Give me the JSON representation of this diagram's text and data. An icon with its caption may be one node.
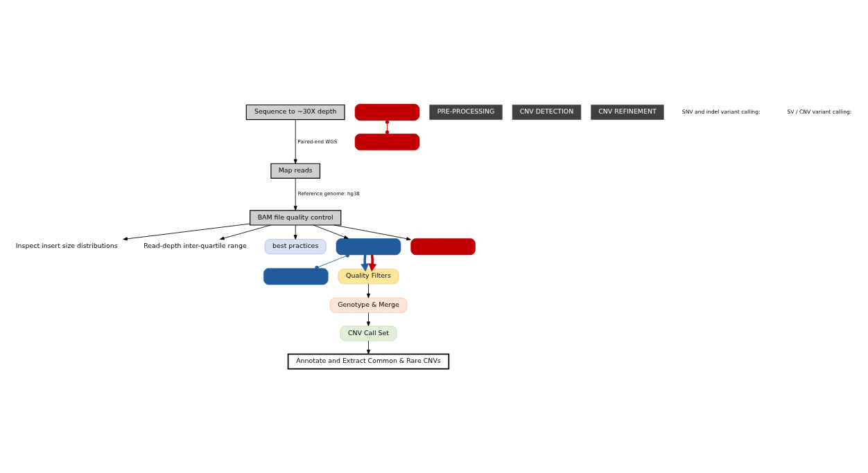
{
  "diagram": {
    "nodes": [
      {
        "text": [
          "Sequence to ~30X depth"
        ]
      },
      {
        "text": [
          "Map reads"
        ]
      },
      {
        "text": [
          "BAM file quality control"
        ]
      },
      {
        "text": [
          "Inspect insert size distributions"
        ]
      },
      {
        "text": [
          "Read-depth inter-quartile range"
        ]
      },
      {
        "text": [
          "best practices"
        ]
      },
      {
        "text": [],
        "shape": "box"
      },
      {
        "text": [],
        "shape": "box"
      },
      {
        "text": [],
        "shape": "box"
      },
      {
        "text": [],
        "shape": "box"
      },
      {
        "text": [],
        "shape": "box"
      },
      {
        "text": [
          "Quality Filters"
        ]
      },
      {
        "text": [
          "Genotype & Merge"
        ]
      },
      {
        "text": [
          "CNV Call Set"
        ]
      },
      {
        "text": [
          "Annotate and Extract Common & Rare CNVs"
        ]
      },
      {
        "text": [
          "PRE-PROCESSING"
        ]
      },
      {
        "text": [
          "CNV DETECTION"
        ]
      },
      {
        "text": [
          "CNV REFINEMENT"
        ]
      }
    ],
    "edges": [
      {
        "from": 0,
        "to": 1,
        "arrow": "to",
        "label": "Paired-end WGS"
      },
      {
        "from": 1,
        "to": 2,
        "arrow": "to",
        "label": "Reference genome: hg38"
      },
      {
        "from": 2,
        "to": 3,
        "arrow": "to"
      },
      {
        "from": 2,
        "to": 4,
        "arrow": "to"
      },
      {
        "from": 2,
        "to": 5,
        "arrow": "to"
      },
      {
        "from": 2,
        "to": 6,
        "arrow": "to"
      },
      {
        "from": 2,
        "to": 9,
        "arrow": "to"
      },
      {
        "from": 6,
        "to": 7,
        "arrow": "other",
        "color": "#1f5c99"
      },
      {
        "from": 8,
        "to": 10,
        "arrow": "other",
        "color": "#c00000"
      },
      {
        "from": 6,
        "to": 11,
        "arrow": "to",
        "style": "thick",
        "color": "#1f5c99"
      },
      {
        "from": 6,
        "to": 11,
        "arrow": "to",
        "style": "thick",
        "color": "#c00000"
      },
      {
        "from": 11,
        "to": 12,
        "arrow": "to"
      },
      {
        "from": 12,
        "to": 13,
        "arrow": "to"
      },
      {
        "from": 13,
        "to": 14,
        "arrow": "to"
      }
    ],
    "labels": [
      "SNV and indel variant calling:",
      "SV / CNV variant calling:"
    ]
  }
}
